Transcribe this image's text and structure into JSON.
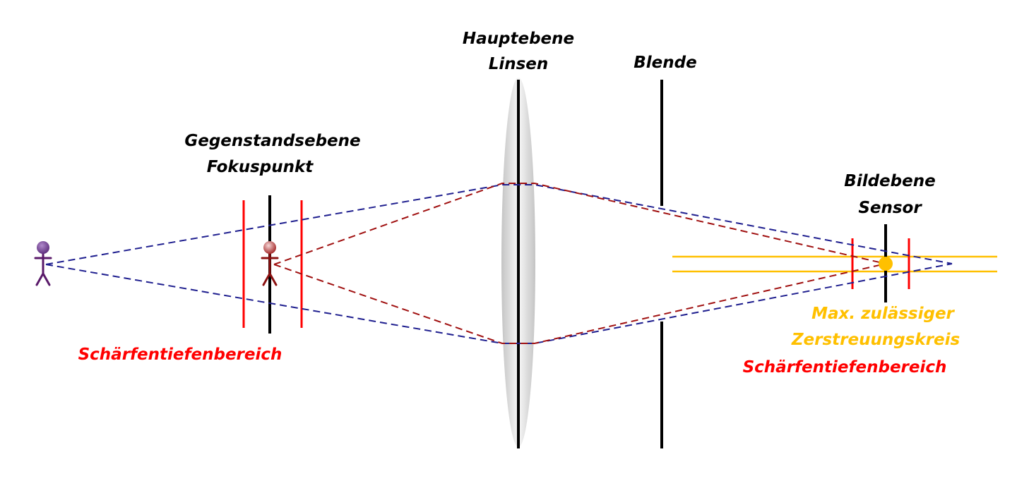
{
  "labels": {
    "principal_plane_line1": "Hauptebene",
    "principal_plane_line2": "Linsen",
    "aperture": "Blende",
    "object_plane_line1": "Gegenstandsebene",
    "object_plane_line2": "Fokuspunkt",
    "image_plane_line1": "Bildebene",
    "image_plane_line2": "Sensor",
    "depth_of_field_left": "Schärfentiefenbereich",
    "coc_line1": "Max. zulässiger",
    "coc_line2": "Zerstreuungskreis",
    "depth_of_field_right": "Schärfentiefenbereich"
  },
  "colors": {
    "text": "#000000",
    "depth_of_field": "#ff0000",
    "circle_of_confusion": "#ffc000",
    "ray_far_object": "#1f1f8f",
    "ray_focus_object": "#a01010",
    "figure_far": "#5a1a6a",
    "figure_focus": "#8b1010",
    "lens_fill": "#d8d8d8"
  }
}
